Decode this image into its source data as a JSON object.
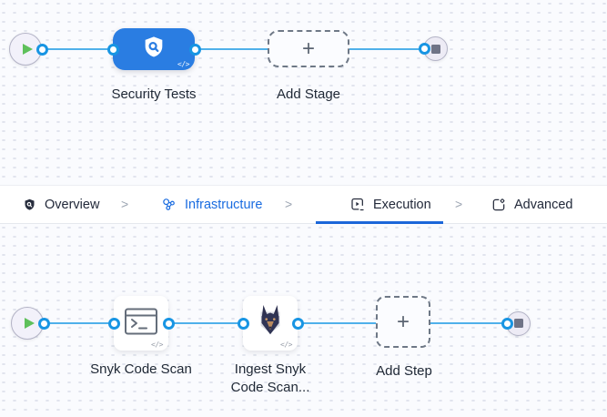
{
  "stage_canvas": {
    "stage_label": "Security Tests",
    "add_stage_label": "Add Stage",
    "plus": "+",
    "code_badge": "</>"
  },
  "tab_bar": {
    "separator": ">",
    "tabs": [
      {
        "label": "Overview"
      },
      {
        "label": "Infrastructure"
      },
      {
        "label": "Execution"
      },
      {
        "label": "Advanced"
      }
    ]
  },
  "step_canvas": {
    "step1_label": "Snyk Code Scan",
    "step2_label": "Ingest Snyk Code Scan...",
    "add_step_label": "Add Step",
    "plus": "+",
    "code_badge": "</>"
  },
  "colors": {
    "accent_blue": "#2a7de2",
    "connector_blue": "#4fb0ea",
    "active_tab_underline": "#1b66d9",
    "infrastructure_link_blue": "#1a6ce0",
    "play_green": "#5ec05b"
  }
}
